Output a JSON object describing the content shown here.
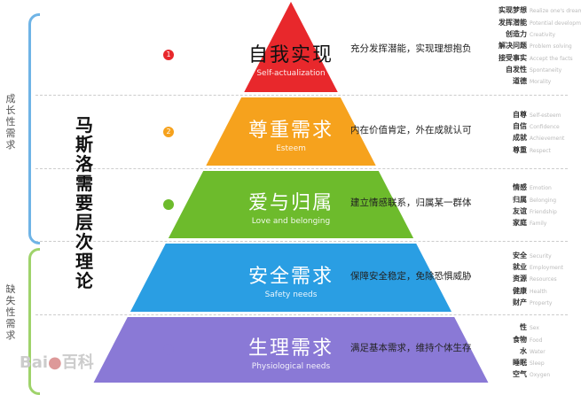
{
  "title": "马斯洛需要层次理论",
  "groups": [
    {
      "label": "成长性需求",
      "color": "#6fb4e6"
    },
    {
      "label": "缺失性需求",
      "color": "#9fd36b"
    }
  ],
  "levels": [
    {
      "number": "1",
      "zh": "自我实现",
      "en": "Self-actualization",
      "desc": "充分发挥潜能，实现理想抱负",
      "color": "#e8282c",
      "keywords": [
        [
          "实现梦想",
          "Realize one's dream"
        ],
        [
          "发挥潜能",
          "Potential development"
        ],
        [
          "创造力",
          "Creativity"
        ],
        [
          "解决问题",
          "Problem solving"
        ],
        [
          "接受事实",
          "Accept the facts"
        ],
        [
          "自发性",
          "Spontaneity"
        ],
        [
          "道德",
          "Morality"
        ]
      ]
    },
    {
      "number": "2",
      "zh": "尊重需求",
      "en": "Esteem",
      "desc": "内在价值肯定，外在成就认可",
      "color": "#f6a21d",
      "keywords": [
        [
          "自尊",
          "Self-esteem"
        ],
        [
          "自信",
          "Confidence"
        ],
        [
          "成就",
          "Achievement"
        ],
        [
          "尊重",
          "Respect"
        ]
      ]
    },
    {
      "number": "",
      "zh": "爱与归属",
      "en": "Love and belonging",
      "desc": "建立情感联系，归属某一群体",
      "color": "#6dbb2c",
      "keywords": [
        [
          "情感",
          "Emotion"
        ],
        [
          "归属",
          "Belonging"
        ],
        [
          "友谊",
          "Friendship"
        ],
        [
          "家庭",
          "Family"
        ]
      ]
    },
    {
      "number": "",
      "zh": "安全需求",
      "en": "Safety needs",
      "desc": "保障安全稳定，免除恐惧威胁",
      "color": "#2a9ee3",
      "keywords": [
        [
          "安全",
          "Security"
        ],
        [
          "就业",
          "Employment"
        ],
        [
          "资源",
          "Resources"
        ],
        [
          "健康",
          "Health"
        ],
        [
          "财产",
          "Property"
        ]
      ]
    },
    {
      "number": "",
      "zh": "生理需求",
      "en": "Physiological needs",
      "desc": "满足基本需求，维持个体生存",
      "color": "#8a79d6",
      "keywords": [
        [
          "性",
          "Sex"
        ],
        [
          "食物",
          "Food"
        ],
        [
          "水",
          "Water"
        ],
        [
          "睡眠",
          "Sleep"
        ],
        [
          "空气",
          "Oxygen"
        ]
      ]
    }
  ],
  "watermark": "Bai du 百科"
}
